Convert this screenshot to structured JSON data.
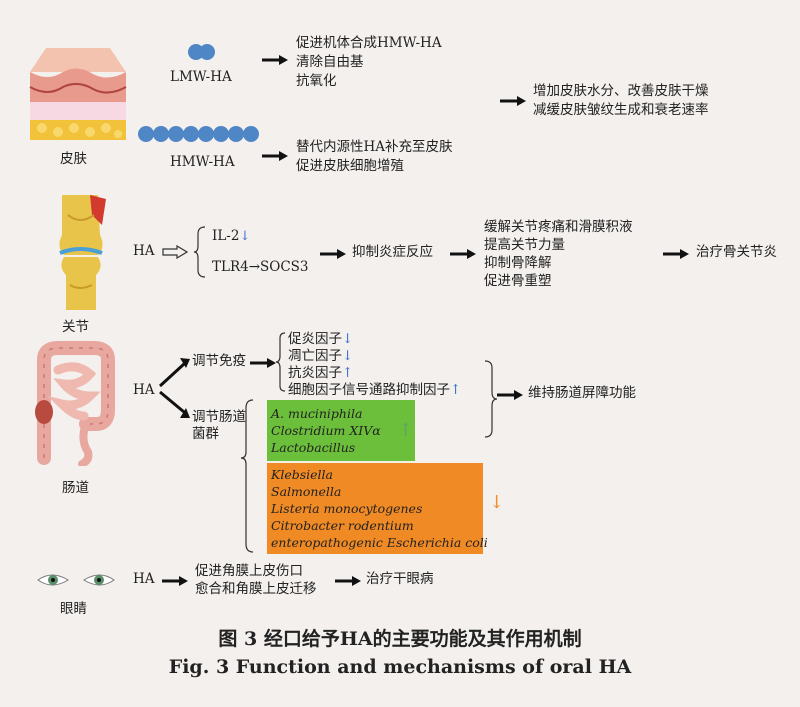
{
  "skin": {
    "label": "皮肤",
    "lmw_label": "LMW-HA",
    "hmw_label": "HMW-HA",
    "lmw_effects": [
      "促进机体合成HMW-HA",
      "清除自由基",
      "抗氧化"
    ],
    "hmw_effects": [
      "替代内源性HA补充至皮肤",
      "促进皮肤细胞增殖"
    ],
    "outcome": [
      "增加皮肤水分、改善皮肤干燥",
      "减缓皮肤皱纹生成和衰老速率"
    ]
  },
  "joint": {
    "label": "关节",
    "ha": "HA",
    "il2": "IL-2",
    "tlr": "TLR4→SOCS3",
    "mid": "抑制炎症反应",
    "effects": [
      "缓解关节疼痛和滑膜积液",
      "提高关节力量",
      "抑制骨降解",
      "促进骨重塑"
    ],
    "outcome": "治疗骨关节炎"
  },
  "gut": {
    "label": "肠道",
    "ha": "HA",
    "immune": "调节免疫",
    "flora": [
      "调节肠道",
      "菌群"
    ],
    "immune_effects": [
      "促炎因子",
      "凋亡因子",
      "抗炎因子",
      "细胞因子信号通路抑制因子"
    ],
    "outcome": "维持肠道屏障功能",
    "green_bacteria": [
      "A. muciniphila",
      "Clostridium XIVα",
      "Lactobacillus"
    ],
    "orange_bacteria": [
      "Klebsiella",
      "Salmonella",
      "Listeria monocytogenes",
      "Citrobacter rodentium",
      "enteropathogenic Escherichia coli"
    ]
  },
  "eye": {
    "label": "眼睛",
    "ha": "HA",
    "effects": [
      "促进角膜上皮伤口",
      "愈合和角膜上皮迁移"
    ],
    "outcome": "治疗干眼病"
  },
  "caption": {
    "cn": "图 3 经口给予HA的主要功能及其作用机制",
    "en": "Fig. 3 Function and mechanisms of oral HA"
  },
  "colors": {
    "down_arrow": "#3b6fd6",
    "up_arrow": "#3b6fd6",
    "green_up": "#5aa860",
    "orange_down": "#f08a24",
    "dot": "#4f86c6"
  }
}
